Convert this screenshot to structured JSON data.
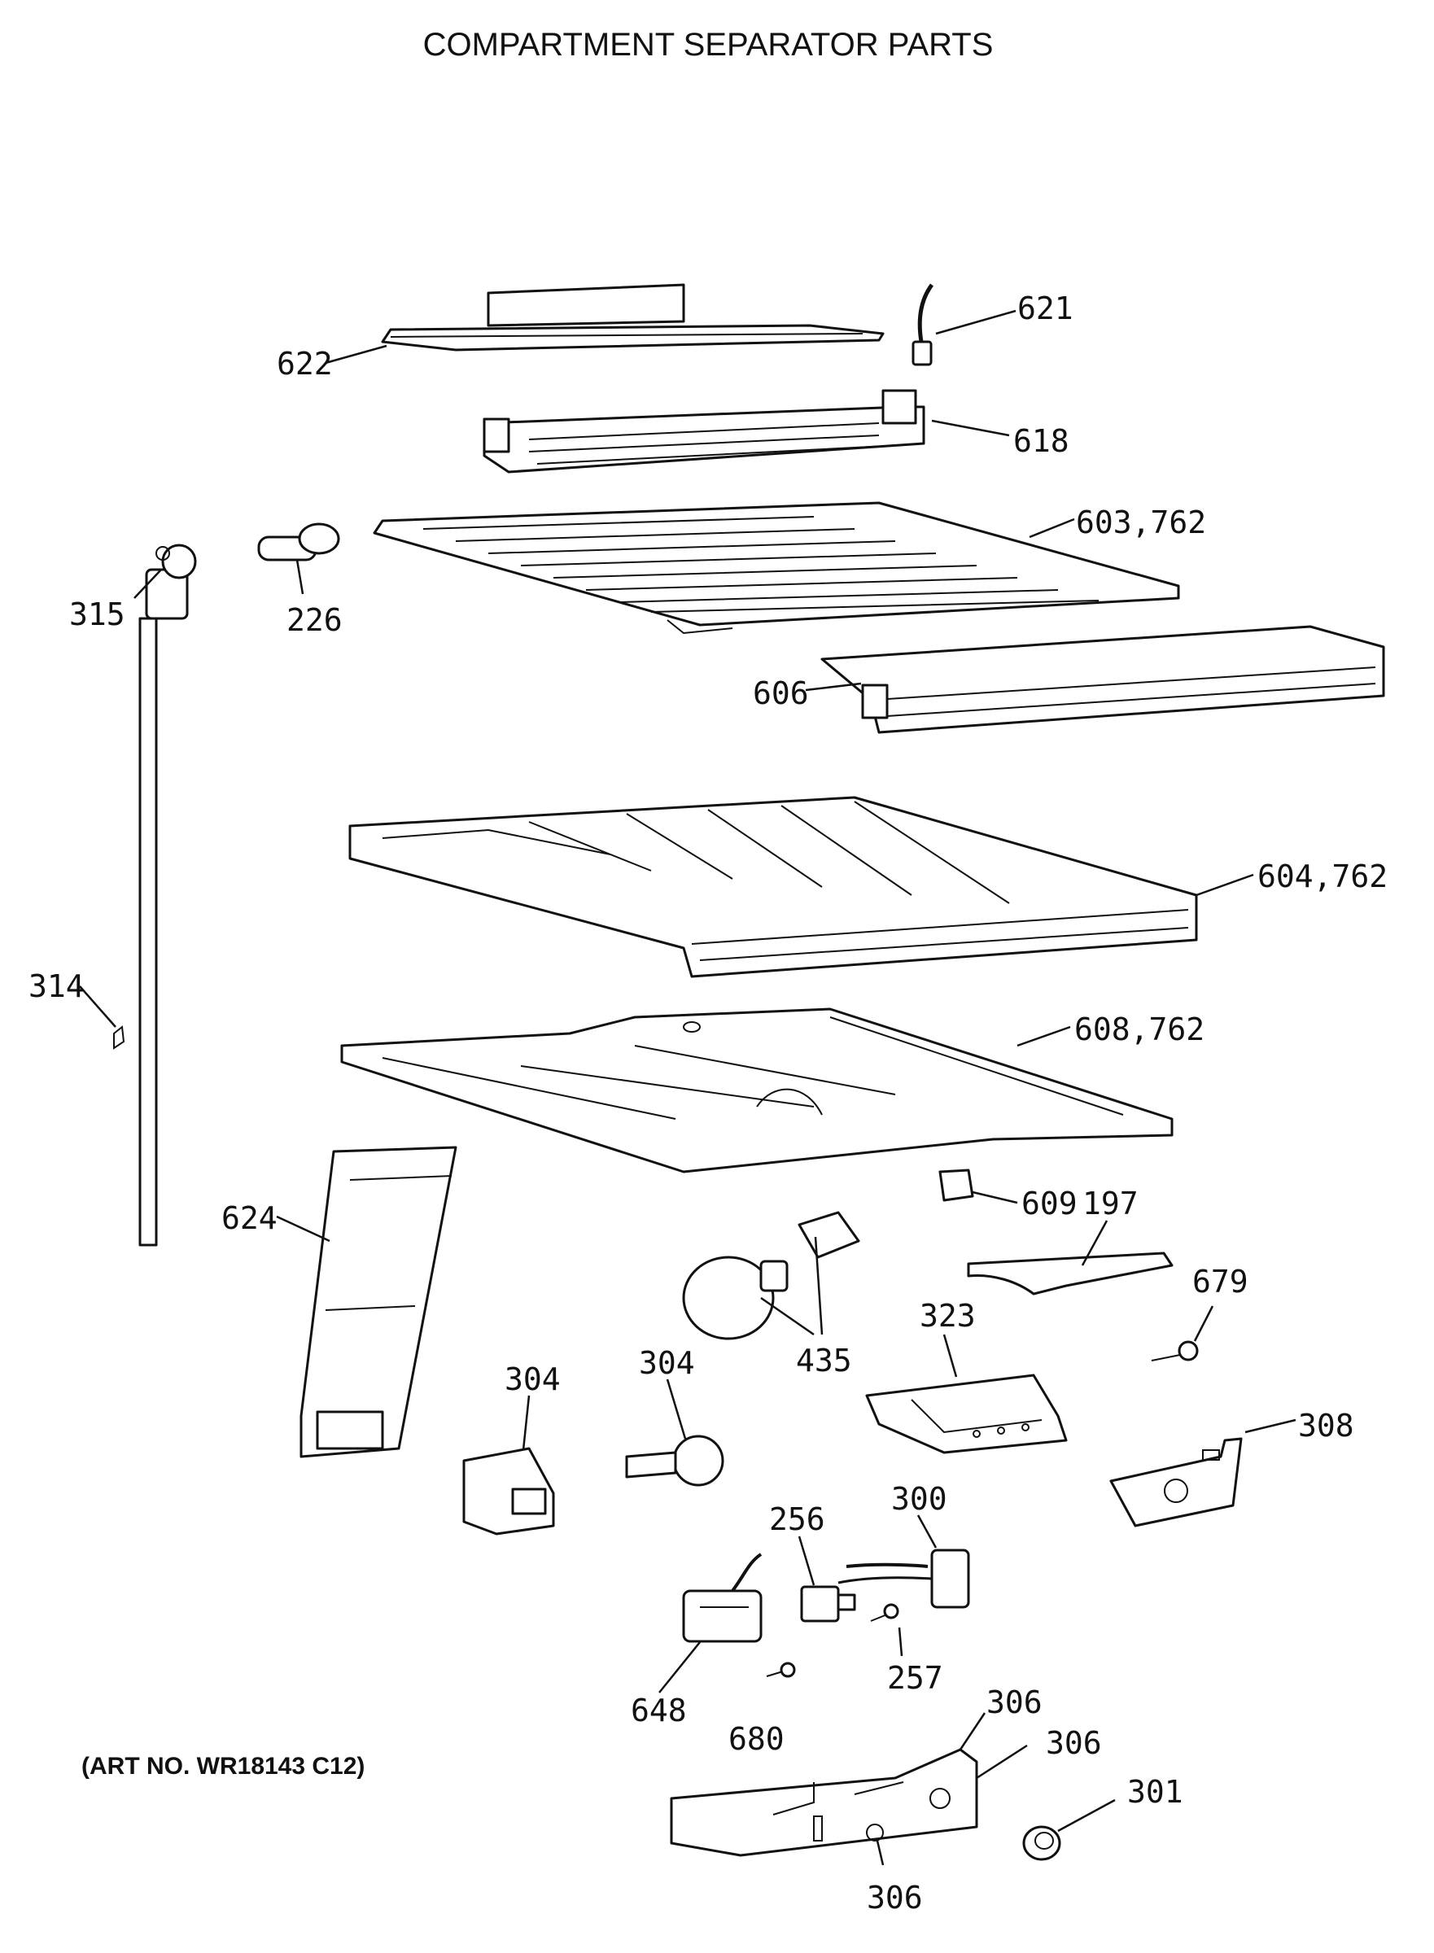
{
  "title": "COMPARTMENT SEPARATOR PARTS",
  "art_number": "(ART NO. WR18143 C12)",
  "callouts": {
    "p621": "621",
    "p622": "622",
    "p618": "618",
    "p603": "603,762",
    "p315": "315",
    "p226": "226",
    "p606": "606",
    "p604": "604,762",
    "p314": "314",
    "p608": "608,762",
    "p624": "624",
    "p609": "609",
    "p197": "197",
    "p679": "679",
    "p323": "323",
    "p435": "435",
    "p304a": "304",
    "p304b": "304",
    "p308": "308",
    "p256": "256",
    "p300": "300",
    "p257": "257",
    "p648": "648",
    "p680": "680",
    "p306a": "306",
    "p306b": "306",
    "p306c": "306",
    "p301": "301"
  }
}
